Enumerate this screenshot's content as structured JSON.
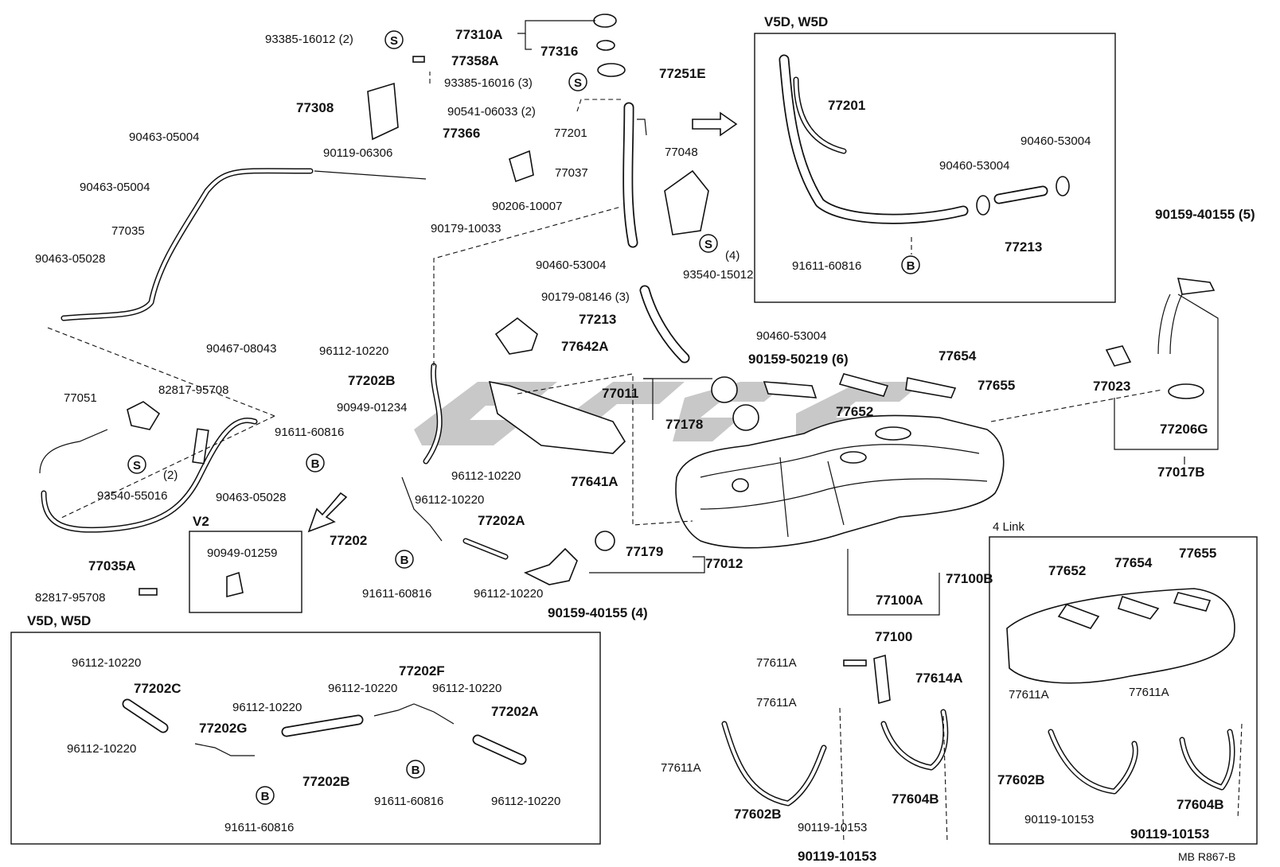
{
  "watermark": {
    "color": "#9a9a9a"
  },
  "section_titles": {
    "top_right": "V5D, W5D",
    "v2": "V2",
    "bottom_left": "V5D, W5D",
    "four_link": "4 Link"
  },
  "footer": {
    "ref": "MB   R867-B"
  },
  "labels": {
    "l_93385_16012": "93385-16012 (2)",
    "l_77310A": "77310A",
    "l_77316": "77316",
    "l_77358A": "77358A",
    "l_77251E": "77251E",
    "l_93385_16016": "93385-16016 (3)",
    "l_77308": "77308",
    "l_90541_06033": "90541-06033 (2)",
    "l_77201_main": "77201",
    "l_77366": "77366",
    "l_90463_05004_a": "90463-05004",
    "l_90119_06306": "90119-06306",
    "l_77048": "77048",
    "l_77037": "77037",
    "l_90463_05004_b": "90463-05004",
    "l_90206_10007": "90206-10007",
    "l_77035": "77035",
    "l_90179_10033": "90179-10033",
    "l_93540_15012": "93540-15012",
    "l_93540_15012_qty": "(4)",
    "l_90463_05028_a": "90463-05028",
    "l_90460_53004_a": "90460-53004",
    "l_90179_08146": "90179-08146 (3)",
    "l_77213_main": "77213",
    "l_90467_08043": "90467-08043",
    "l_77642A": "77642A",
    "l_96112_10220_a": "96112-10220",
    "l_90460_53004_b": "90460-53004",
    "l_90159_50219": "90159-50219 (6)",
    "l_77654_main": "77654",
    "l_77202B_main": "77202B",
    "l_77655_main": "77655",
    "l_77011": "77011",
    "l_77051": "77051",
    "l_82817_95708_a": "82817-95708",
    "l_90949_01234": "90949-01234",
    "l_77652_main": "77652",
    "l_77178": "77178",
    "l_91611_60816_a": "91611-60816",
    "l_96112_10220_b": "96112-10220",
    "l_77641A": "77641A",
    "l_93540_55016": "93540-55016",
    "l_93540_55016_qty": "(2)",
    "l_90463_05028_b": "90463-05028",
    "l_96112_10220_c": "96112-10220",
    "l_77202A_main": "77202A",
    "l_77202": "77202",
    "l_77179": "77179",
    "l_77012": "77012",
    "l_77035A": "77035A",
    "l_91611_60816_b": "91611-60816",
    "l_96112_10220_d": "96112-10220",
    "l_90159_40155_4": "90159-40155 (4)",
    "l_82817_95708_b": "82817-95708",
    "l_90949_01259": "90949-01259",
    "l_77100B": "77100B",
    "l_77100A": "77100A",
    "l_77100": "77100",
    "tr_77201": "77201",
    "tr_90460_53004_a": "90460-53004",
    "tr_90460_53004_b": "90460-53004",
    "tr_77213": "77213",
    "tr_91611_60816": "91611-60816",
    "r_90159_40155_5": "90159-40155 (5)",
    "r_77023": "77023",
    "r_77206G": "77206G",
    "r_77017B": "77017B",
    "bl_96112_10220_a": "96112-10220",
    "bl_77202C": "77202C",
    "bl_96112_10220_b": "96112-10220",
    "bl_77202G": "77202G",
    "bl_96112_10220_c": "96112-10220",
    "bl_77202F": "77202F",
    "bl_96112_10220_d": "96112-10220",
    "bl_96112_10220_e": "96112-10220",
    "bl_77202A": "77202A",
    "bl_77202B": "77202B",
    "bl_91611_60816_a": "91611-60816",
    "bl_91611_60816_b": "91611-60816",
    "bl_96112_10220_f": "96112-10220",
    "bc_77611A_a": "77611A",
    "bc_77614A": "77614A",
    "bc_77611A_b": "77611A",
    "bc_77611A_c": "77611A",
    "bc_77602B": "77602B",
    "bc_77604B": "77604B",
    "bc_90119_10153_a": "90119-10153",
    "bc_90119_10153_b": "90119-10153",
    "fl_77652": "77652",
    "fl_77654": "77654",
    "fl_77655": "77655",
    "fl_77611A_a": "77611A",
    "fl_77611A_b": "77611A",
    "fl_77602B": "77602B",
    "fl_77604B": "77604B",
    "fl_90119_10153_a": "90119-10153",
    "fl_90119_10153_b": "90119-10153"
  },
  "symbols": {
    "s": "S",
    "b": "B"
  }
}
